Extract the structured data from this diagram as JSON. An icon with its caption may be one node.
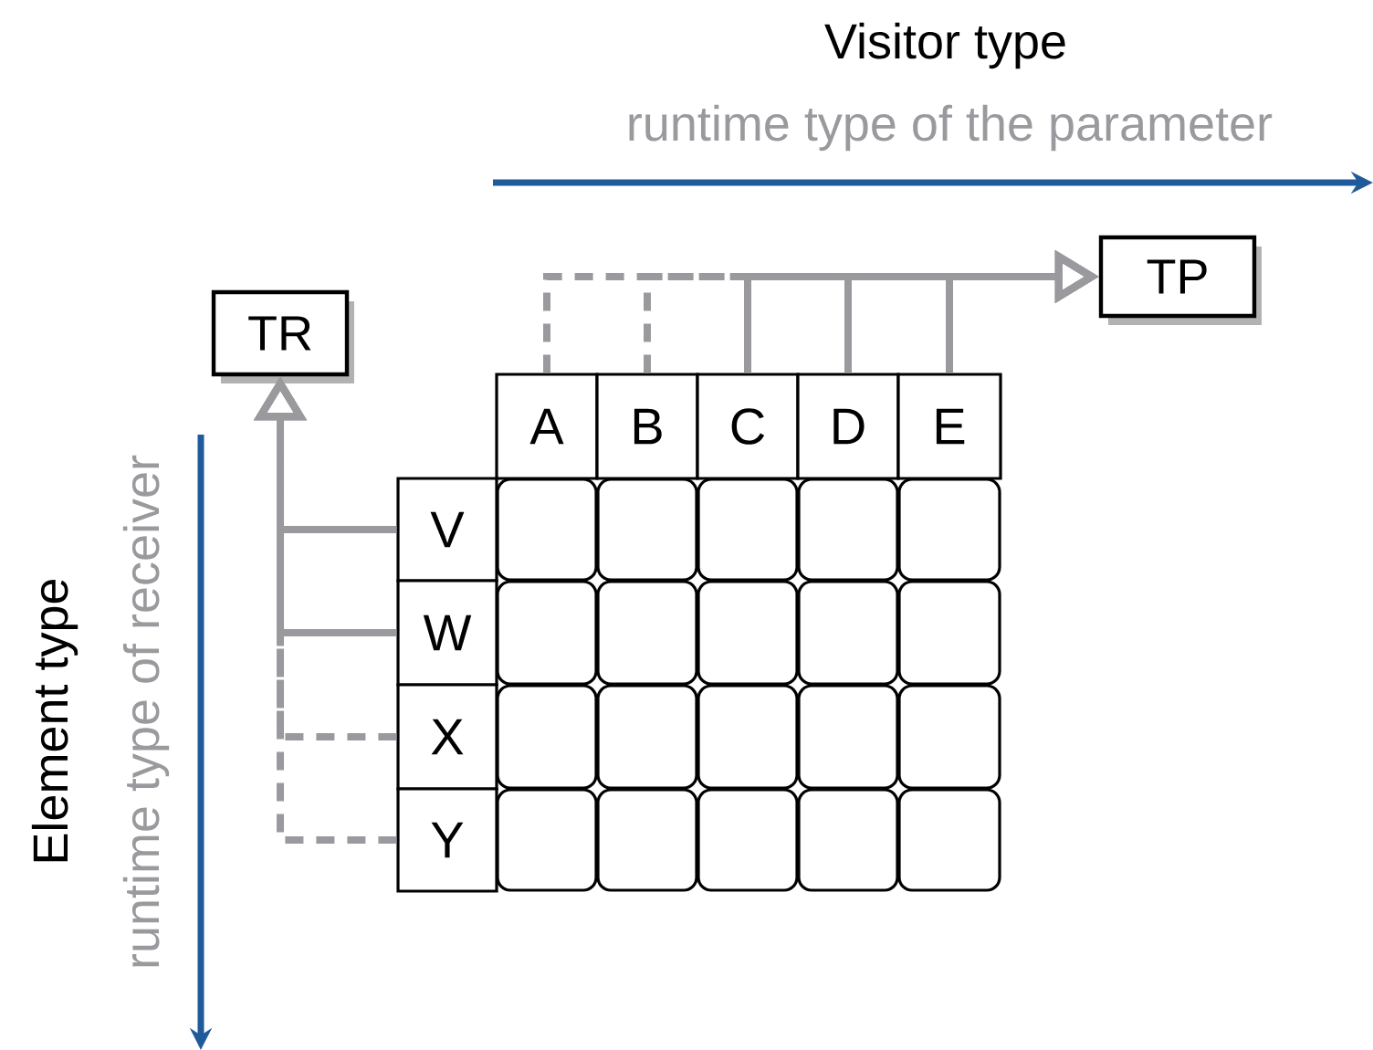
{
  "diagram": {
    "nodes": [
      {
        "text": [
          "TR"
        ]
      },
      {
        "text": [
          "TP"
        ]
      },
      {
        "text": [
          "A"
        ]
      },
      {
        "text": [
          "B"
        ]
      },
      {
        "text": [
          "C"
        ]
      },
      {
        "text": [
          "D"
        ]
      },
      {
        "text": [
          "E"
        ]
      },
      {
        "text": [
          "V"
        ]
      },
      {
        "text": [
          "W"
        ]
      },
      {
        "text": [
          "X"
        ]
      },
      {
        "text": [
          "Y"
        ]
      },
      {
        "text": [],
        "shape": "box"
      },
      {
        "text": [],
        "shape": "box"
      },
      {
        "text": [],
        "shape": "box"
      },
      {
        "text": [],
        "shape": "box"
      },
      {
        "text": [],
        "shape": "box"
      },
      {
        "text": [],
        "shape": "box"
      },
      {
        "text": [],
        "shape": "box"
      },
      {
        "text": [],
        "shape": "box"
      },
      {
        "text": [],
        "shape": "box"
      },
      {
        "text": [],
        "shape": "box"
      },
      {
        "text": [],
        "shape": "box"
      },
      {
        "text": [],
        "shape": "box"
      },
      {
        "text": [],
        "shape": "box"
      },
      {
        "text": [],
        "shape": "box"
      },
      {
        "text": [],
        "shape": "box"
      },
      {
        "text": [],
        "shape": "box"
      },
      {
        "text": [],
        "shape": "box"
      },
      {
        "text": [],
        "shape": "box"
      },
      {
        "text": [],
        "shape": "box"
      },
      {
        "text": [],
        "shape": "box"
      }
    ],
    "edges": [
      {
        "from": 2,
        "to": 1,
        "arrow": "to",
        "style": "dashed"
      },
      {
        "from": 3,
        "to": 1,
        "arrow": "to",
        "style": "dashed"
      },
      {
        "from": 4,
        "to": 1,
        "arrow": "to"
      },
      {
        "from": 5,
        "to": 1,
        "arrow": "to"
      },
      {
        "from": 6,
        "to": 1,
        "arrow": "to"
      },
      {
        "from": 7,
        "to": 0,
        "arrow": "to"
      },
      {
        "from": 8,
        "to": 0,
        "arrow": "to"
      },
      {
        "from": 9,
        "to": 0,
        "arrow": "to",
        "style": "dashed"
      },
      {
        "from": 10,
        "to": 0,
        "arrow": "to",
        "style": "dashed"
      }
    ],
    "labels": [
      "Visitor type",
      "runtime type of the parameter",
      "Element type",
      "runtime type of receiver"
    ]
  }
}
